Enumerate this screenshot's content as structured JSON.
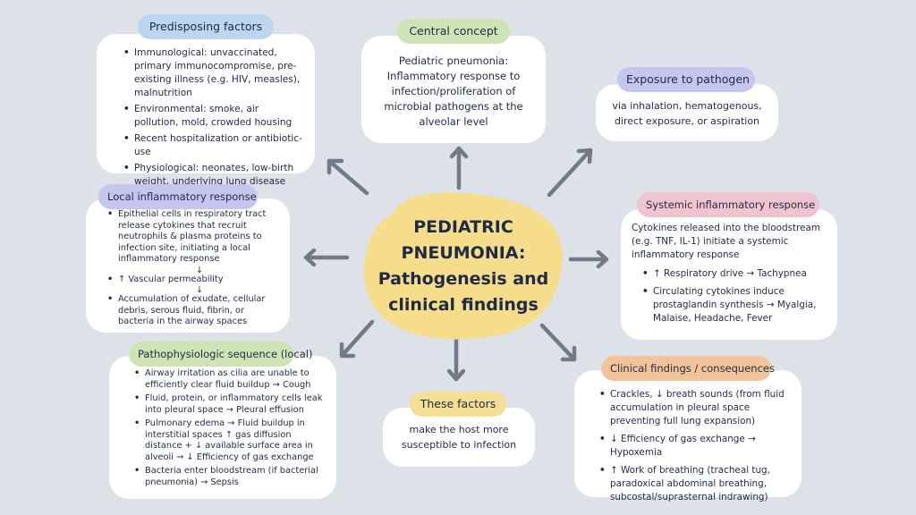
{
  "center": {
    "line1": "PEDIATRIC",
    "line2": "PNEUMONIA:",
    "line3": "Pathogenesis and",
    "line4": "clinical findings"
  },
  "predisposing": {
    "title": "Predisposing factors",
    "items": [
      "Immunological: unvaccinated, primary immunocompromise, pre-existing illness (e.g. HIV, measles), malnutrition",
      "Environmental: smoke, air pollution, mold, crowded housing",
      "Recent hospitalization or antibiotic-use",
      "Physiological: neonates, low-birth weight, underlying lung disease"
    ]
  },
  "central_concept": {
    "title": "Central concept",
    "text": "Pediatric pneumonia: Inflammatory response to infection/proliferation of microbial pathogens at the alveolar level"
  },
  "exposure": {
    "title": "Exposure to pathogen",
    "text": "via inhalation, hematogenous, direct exposure, or aspiration"
  },
  "local_inflammatory": {
    "title": "Local inflammatory response",
    "item1": "Epithelial cells in respiratory tract release cytokines that recruit neutrophils & plasma proteins to infection site, initiating a local inflammatory response",
    "arrow": "↓",
    "item2": "↑ Vascular permeability",
    "item3": "Accumulation of exudate, cellular debris, serous fluid, fibrin, or bacteria in the airway spaces"
  },
  "systemic": {
    "title": "Systemic inflammatory response",
    "intro": "Cytokines released into the bloodstream (e.g. TNF, IL-1) initiate a systemic inflammatory response",
    "items": [
      "↑ Respiratory drive → Tachypnea",
      "Circulating cytokines induce prostaglandin synthesis → Myalgia, Malaise, Headache, Fever"
    ]
  },
  "pathophysiologic": {
    "title": "Pathophysiologic sequence (local)",
    "items": [
      "Airway irritation as cilia are unable to efficiently clear fluid buildup → Cough",
      "Fluid, protein, or inflammatory cells leak into pleural space → Pleural effusion",
      "Pulmonary edema → Fluid buildup in interstitial spaces ↑ gas diffusion distance + ↓ available surface area in alveoli → ↓ Efficiency of gas exchange",
      "Bacteria enter bloodstream (if bacterial pneumonia) → Sepsis"
    ]
  },
  "these_factors": {
    "title": "These factors",
    "text": "make the host more susceptible to infection"
  },
  "clinical": {
    "title": "Clinical findings / consequences",
    "items": [
      "Crackles, ↓ breath sounds (from fluid accumulation in pleural space preventing full lung expansion)",
      "↓ Efficiency of gas exchange → Hypoxemia",
      "↑ Work of breathing (tracheal tug, paradoxical abdominal breathing, subcostal/suprasternal indrawing)"
    ]
  },
  "colors": {
    "background": "#dde1e8",
    "blob": "#f5dd8c",
    "pill_blue": "#bcd6ef",
    "pill_green": "#cfe4b4",
    "pill_purple": "#c5c6ef",
    "pill_pink": "#f1c3d1",
    "pill_orange": "#f3c49a",
    "pill_yellow": "#f6df95",
    "arrow": "#707b87"
  }
}
